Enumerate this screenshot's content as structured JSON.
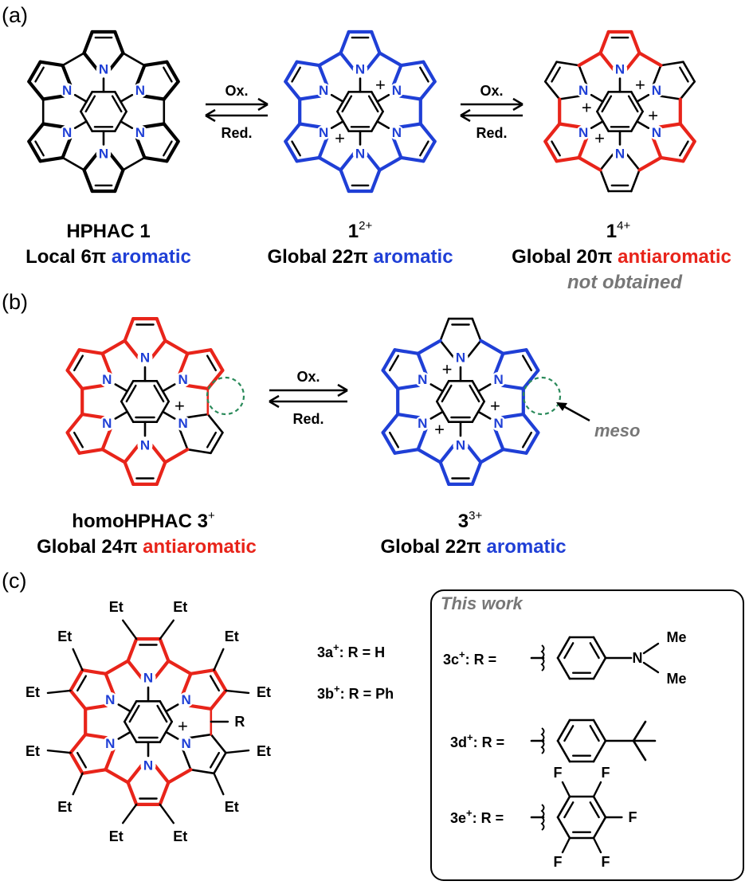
{
  "colors": {
    "black": "#000000",
    "blue": "#1f3fd6",
    "red": "#e8241a",
    "gray": "#777777",
    "green": "#2a8a5a"
  },
  "panels": {
    "a": "(a)",
    "b": "(b)",
    "c": "(c)"
  },
  "atoms": {
    "n": "N",
    "plus": "+",
    "et": "Et",
    "r": "R",
    "me": "Me",
    "f": "F"
  },
  "arrows": {
    "ox": "Ox.",
    "red": "Red."
  },
  "panel_a": {
    "c1": {
      "name": "HPHAC 1",
      "desc_prefix": "Local 6π ",
      "desc_colored": "aromatic"
    },
    "c2": {
      "name_base": "1",
      "name_sup": "2+",
      "desc_prefix": "Global 22π ",
      "desc_colored": "aromatic"
    },
    "c3": {
      "name_base": "1",
      "name_sup": "4+",
      "desc_prefix": "Global 20π ",
      "desc_colored": "antiaromatic",
      "note": "not obtained"
    }
  },
  "panel_b": {
    "c1": {
      "name_base": "homoHPHAC 3",
      "name_sup": "+",
      "desc_prefix": "Global 24π ",
      "desc_colored": "antiaromatic"
    },
    "c2": {
      "name_base": "3",
      "name_sup": "3+",
      "desc_prefix": "Global 22π ",
      "desc_colored": "aromatic"
    },
    "meso": "meso"
  },
  "panel_c": {
    "defs": [
      {
        "id": "3a",
        "sup": "+",
        "text": ": R = H"
      },
      {
        "id": "3b",
        "sup": "+",
        "text": ": R = Ph"
      }
    ],
    "box_title": "This work",
    "box_items": [
      {
        "id": "3c",
        "sup": "+",
        "text": ": R ="
      },
      {
        "id": "3d",
        "sup": "+",
        "text": ": R ="
      },
      {
        "id": "3e",
        "sup": "+",
        "text": ": R ="
      }
    ]
  }
}
